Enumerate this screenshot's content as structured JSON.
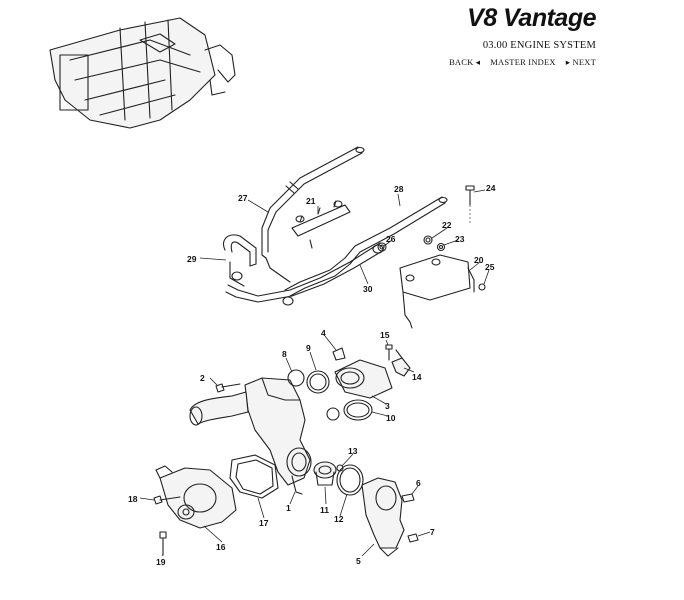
{
  "header": {
    "brand": "V8 Vantage",
    "section": "03.00 ENGINE SYSTEM",
    "nav": {
      "back": "BACK ◂",
      "index": "MASTER INDEX",
      "next": "▸ NEXT"
    }
  },
  "callouts": {
    "c1": "1",
    "c2": "2",
    "c3": "3",
    "c4": "4",
    "c5": "5",
    "c6": "6",
    "c7": "7",
    "c8": "8",
    "c9": "9",
    "c10": "10",
    "c11": "11",
    "c12": "12",
    "c13": "13",
    "c14": "14",
    "c15": "15",
    "c16": "16",
    "c17": "17",
    "c18": "18",
    "c19": "19",
    "c20": "20",
    "c21": "21",
    "c22": "22",
    "c23": "23",
    "c24": "24",
    "c25": "25",
    "c26": "26",
    "c27": "27",
    "c28": "28",
    "c29": "29",
    "c30": "30"
  }
}
